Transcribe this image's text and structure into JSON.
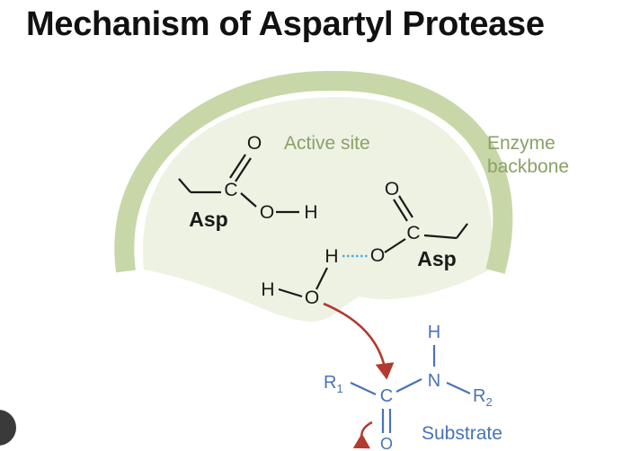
{
  "title": "Mechanism of Aspartyl Protease",
  "labels": {
    "active_site": "Active site",
    "enzyme_line1": "Enzyme",
    "enzyme_line2": "backbone",
    "substrate": "Substrate"
  },
  "asp_left": {
    "residue": "Asp",
    "carbon": "C",
    "carbonyl_o": "O",
    "hydroxyl_o": "O",
    "hydroxyl_h": "H"
  },
  "asp_right": {
    "residue": "Asp",
    "carbon": "C",
    "carbonyl_o": "O",
    "ester_o": "O"
  },
  "water": {
    "h_top": "H",
    "h_left": "H",
    "o": "O"
  },
  "substrate_atoms": {
    "r1": "R",
    "r1_sub": "1",
    "c": "C",
    "n": "N",
    "h": "H",
    "r2": "R",
    "r2_sub": "2",
    "o": "O"
  },
  "colors": {
    "active_site_fill": "#eef2e3",
    "backbone": "#c8d7a8",
    "label_green": "#8aa166",
    "substrate_blue": "#4a72b8",
    "arrow_red": "#b23a2e",
    "hbond_dotted": "#4aaee8"
  }
}
